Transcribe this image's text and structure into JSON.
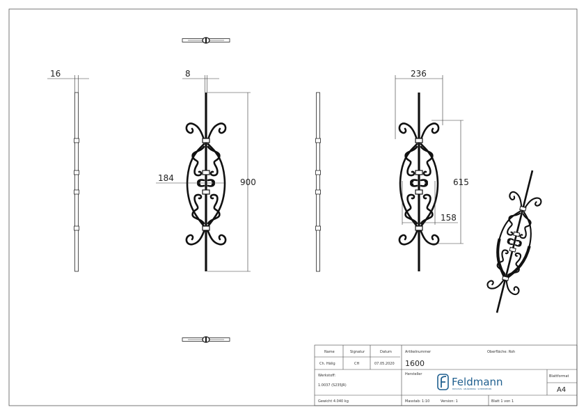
{
  "dimensions": {
    "side_thickness": "16",
    "bar_width": "8",
    "inner_width": "184",
    "total_height": "900",
    "overall_width": "236",
    "ornament_height": "615",
    "inner_width_2": "158"
  },
  "title_block": {
    "name_label": "Name",
    "signature_label": "Signatur",
    "date_label": "Datum",
    "name_value": "Ch. Hälig",
    "signature_value": "CH",
    "date_value": "07.05.2020",
    "article_label": "Artikelnummer",
    "article_value": "1600",
    "surface_label": "Oberfläche: Roh",
    "material_label": "Werkstoff:",
    "material_value": "1.0037 (S235JR)",
    "manufacturer_label": "Hersteller",
    "logo_text": "Feldmann",
    "logo_tagline": "EDELSTAHL · GELÄNDERBAU · SCHMIEDEEISEN",
    "sheet_format_label": "Blattformat",
    "sheet_format_value": "A4",
    "weight": "Gewicht 4.040 kg",
    "scale": "Masstab: 1:10",
    "version": "Version: 1",
    "sheet": "Blatt 1 von 1"
  },
  "colors": {
    "logo": "#1f5f8f",
    "line": "#111111"
  }
}
